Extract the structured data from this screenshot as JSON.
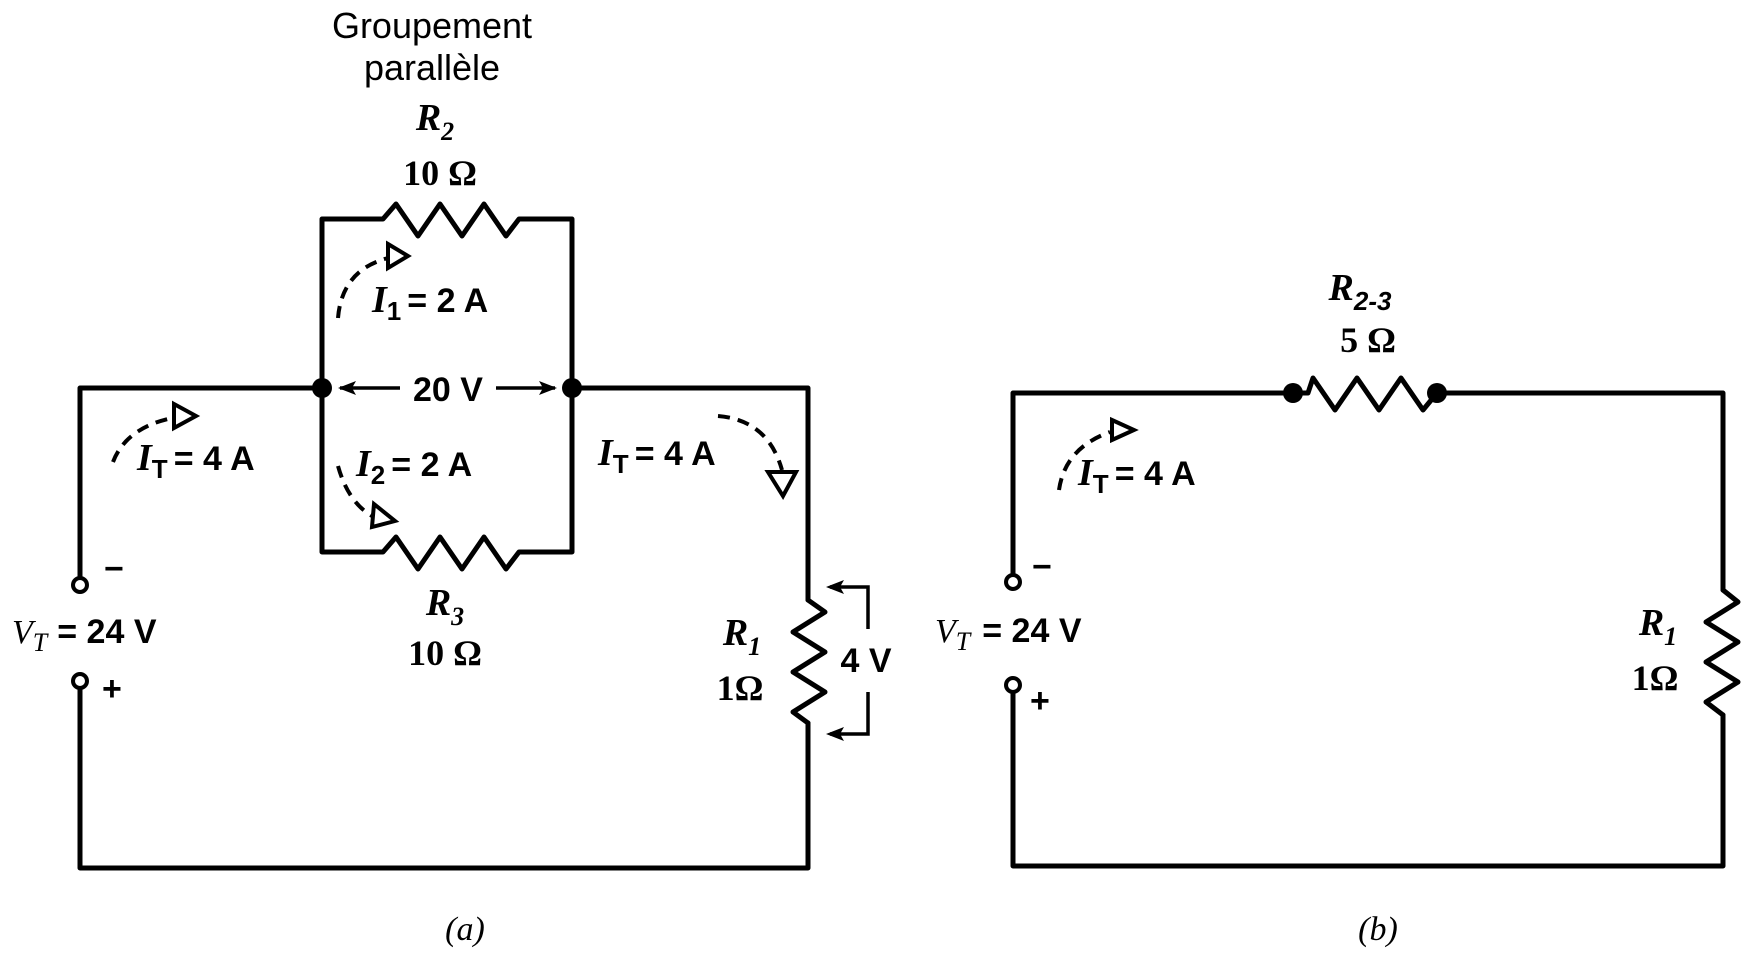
{
  "figure": {
    "title_line1": "Groupement",
    "title_line2": "parallèle",
    "circuit_a": {
      "caption": "(a)",
      "R2": {
        "symbol": "R",
        "sub": "2",
        "value": "10 Ω"
      },
      "R3": {
        "symbol": "R",
        "sub": "3",
        "value": "10 Ω"
      },
      "R1": {
        "symbol": "R",
        "sub": "1",
        "value": "1Ω"
      },
      "I1": {
        "symbol": "I",
        "sub": "1",
        "value": "= 2 A"
      },
      "I2": {
        "symbol": "I",
        "sub": "2",
        "value": "= 2 A"
      },
      "IT_left": {
        "symbol": "I",
        "sub": "T",
        "value": "= 4 A"
      },
      "IT_right": {
        "symbol": "I",
        "sub": "T",
        "value": "= 4 A"
      },
      "parallel_voltage": "20 V",
      "r1_voltage": "4 V",
      "source": {
        "symbol": "V",
        "sub": "T",
        "value": "= 24 V",
        "neg": "−",
        "pos": "+"
      }
    },
    "circuit_b": {
      "caption": "(b)",
      "R23": {
        "symbol": "R",
        "sub": "2-3",
        "value": "5 Ω"
      },
      "R1": {
        "symbol": "R",
        "sub": "1",
        "value": "1Ω"
      },
      "IT": {
        "symbol": "I",
        "sub": "T",
        "value": "= 4 A"
      },
      "source": {
        "symbol": "V",
        "sub": "T",
        "value": "=  24 V",
        "neg": "−",
        "pos": "+"
      }
    }
  }
}
